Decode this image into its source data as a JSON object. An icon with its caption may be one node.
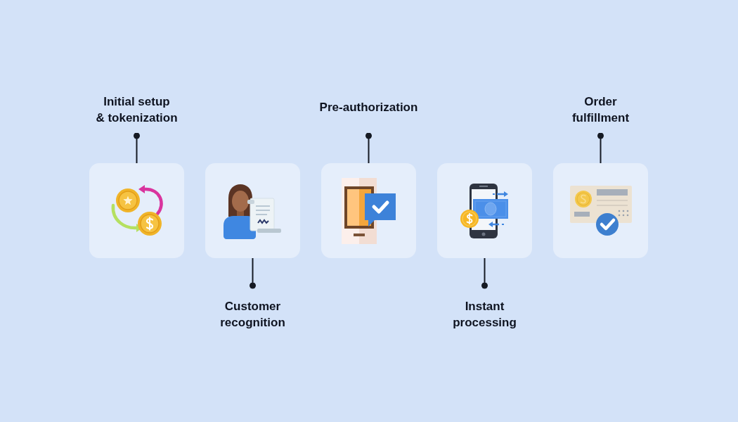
{
  "diagram": {
    "nodes": [
      {
        "text": [
          "Initial setup & tokenization"
        ]
      },
      {
        "text": [],
        "shape": "picture"
      },
      {
        "text": [],
        "shape": "picture"
      },
      {
        "text": [
          "Customer recognition"
        ]
      },
      {
        "text": [
          "Pre-authorization"
        ]
      },
      {
        "text": [],
        "shape": "picture"
      },
      {
        "text": [],
        "shape": "picture"
      },
      {
        "text": [
          "Instant processing"
        ]
      },
      {
        "text": [
          "Order fulfillment"
        ]
      },
      {
        "text": [],
        "shape": "picture"
      }
    ],
    "edges": [
      {
        "from": 0,
        "to": 1,
        "arrow": "other"
      },
      {
        "from": 3,
        "to": 2,
        "arrow": "other"
      },
      {
        "from": 4,
        "to": 5,
        "arrow": "other"
      },
      {
        "from": 7,
        "to": 6,
        "arrow": "other"
      },
      {
        "from": 8,
        "to": 9,
        "arrow": "other"
      }
    ]
  }
}
